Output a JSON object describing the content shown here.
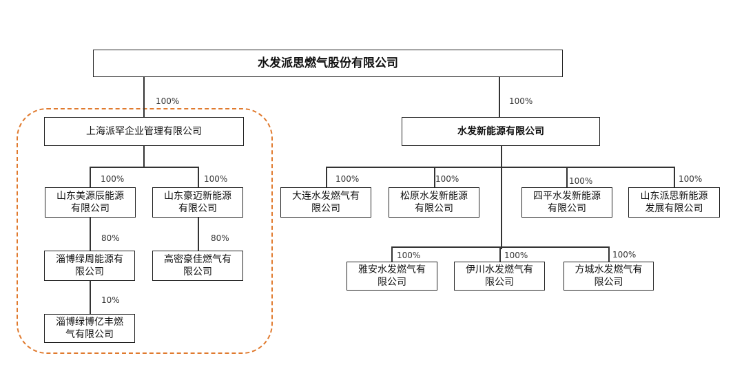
{
  "root": {
    "name": "水发派思燃气股份有限公司"
  },
  "left": {
    "holding": {
      "name": "上海派罕企业管理有限公司",
      "pct": "100%"
    },
    "sub_a": {
      "name": "山东美源辰能源\n有限公司",
      "pct": "100%"
    },
    "sub_b": {
      "name": "山东豪迈新能源\n有限公司",
      "pct": "100%"
    },
    "sub_a_child": {
      "name": "淄博绿周能源有\n限公司",
      "pct": "80%"
    },
    "sub_b_child": {
      "name": "高密豪佳燃气有\n限公司",
      "pct": "80%"
    },
    "sub_a_grandchild": {
      "name": "淄博绿博亿丰燃\n气有限公司",
      "pct": "10%"
    }
  },
  "right": {
    "holding": {
      "name": "水发新能源有限公司",
      "pct": "100%"
    },
    "row1": [
      {
        "name": "大连水发燃气有\n限公司",
        "pct": "100%"
      },
      {
        "name": "松原水发新能源\n有限公司",
        "pct": "100%"
      },
      {
        "name": "四平水发新能源\n有限公司",
        "pct": "100%"
      },
      {
        "name": "山东派思新能源\n发展有限公司",
        "pct": "100%"
      }
    ],
    "row2": [
      {
        "name": "雅安水发燃气有\n限公司",
        "pct": "100%"
      },
      {
        "name": "伊川水发燃气有\n限公司",
        "pct": "100%"
      },
      {
        "name": "方城水发燃气有\n限公司",
        "pct": "100%"
      }
    ]
  },
  "colors": {
    "group_outline": "#e07a2e",
    "box_border": "#222222"
  }
}
